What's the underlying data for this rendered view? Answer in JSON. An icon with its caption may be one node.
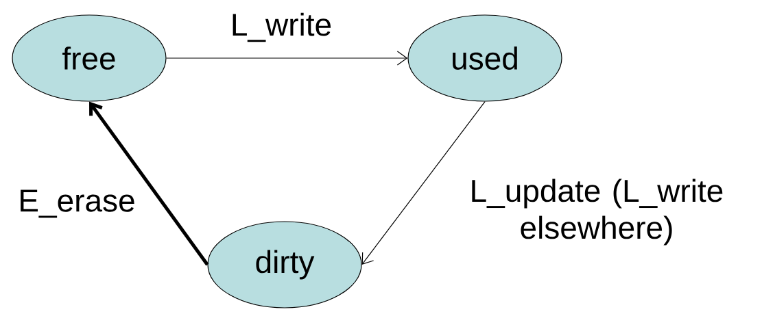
{
  "diagram": {
    "nodes": [
      {
        "text": [
          "free"
        ]
      },
      {
        "text": [
          "used"
        ]
      },
      {
        "text": [
          "dirty"
        ]
      }
    ],
    "edges": [
      {
        "from": 0,
        "to": 1,
        "arrow": "to",
        "label": "L_write"
      },
      {
        "from": 1,
        "to": 2,
        "arrow": "to",
        "label": "L_update (L_write elsewhere)"
      },
      {
        "from": 2,
        "to": 0,
        "arrow": "to",
        "label": "E_erase",
        "style": "thick"
      }
    ]
  }
}
